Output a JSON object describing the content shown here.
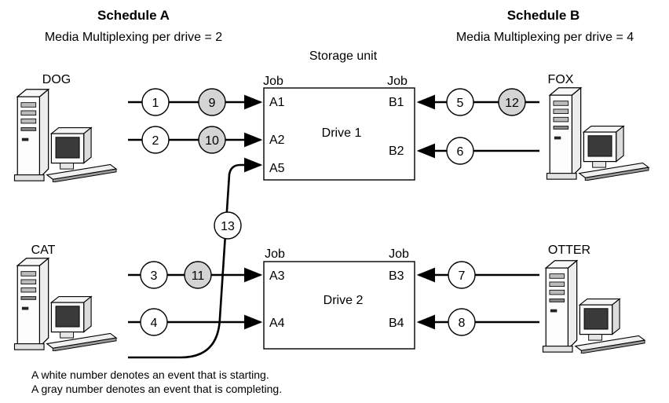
{
  "schedule_a": {
    "title": "Schedule A",
    "subtitle": "Media Multiplexing per drive = 2"
  },
  "schedule_b": {
    "title": "Schedule B",
    "subtitle": "Media Multiplexing per drive = 4"
  },
  "storage_unit_label": "Storage unit",
  "clients": {
    "dog": "DOG",
    "cat": "CAT",
    "fox": "FOX",
    "otter": "OTTER"
  },
  "drives": {
    "drive1": {
      "name": "Drive 1",
      "job_left": "Job",
      "job_right": "Job",
      "a_jobs": [
        "A1",
        "A2",
        "A5"
      ],
      "b_jobs": [
        "B1",
        "B2"
      ]
    },
    "drive2": {
      "name": "Drive 2",
      "job_left": "Job",
      "job_right": "Job",
      "a_jobs": [
        "A3",
        "A4"
      ],
      "b_jobs": [
        "B3",
        "B4"
      ]
    }
  },
  "events": {
    "e1": "1",
    "e2": "2",
    "e3": "3",
    "e4": "4",
    "e5": "5",
    "e6": "6",
    "e7": "7",
    "e8": "8",
    "e9": "9",
    "e10": "10",
    "e11": "11",
    "e12": "12",
    "e13": "13"
  },
  "event_colors": {
    "starting": "#ffffff",
    "completing": "#d4d4d4"
  },
  "legend": {
    "line1": "A white number denotes an event that is starting.",
    "line2": "A gray number denotes an event that is completing."
  }
}
